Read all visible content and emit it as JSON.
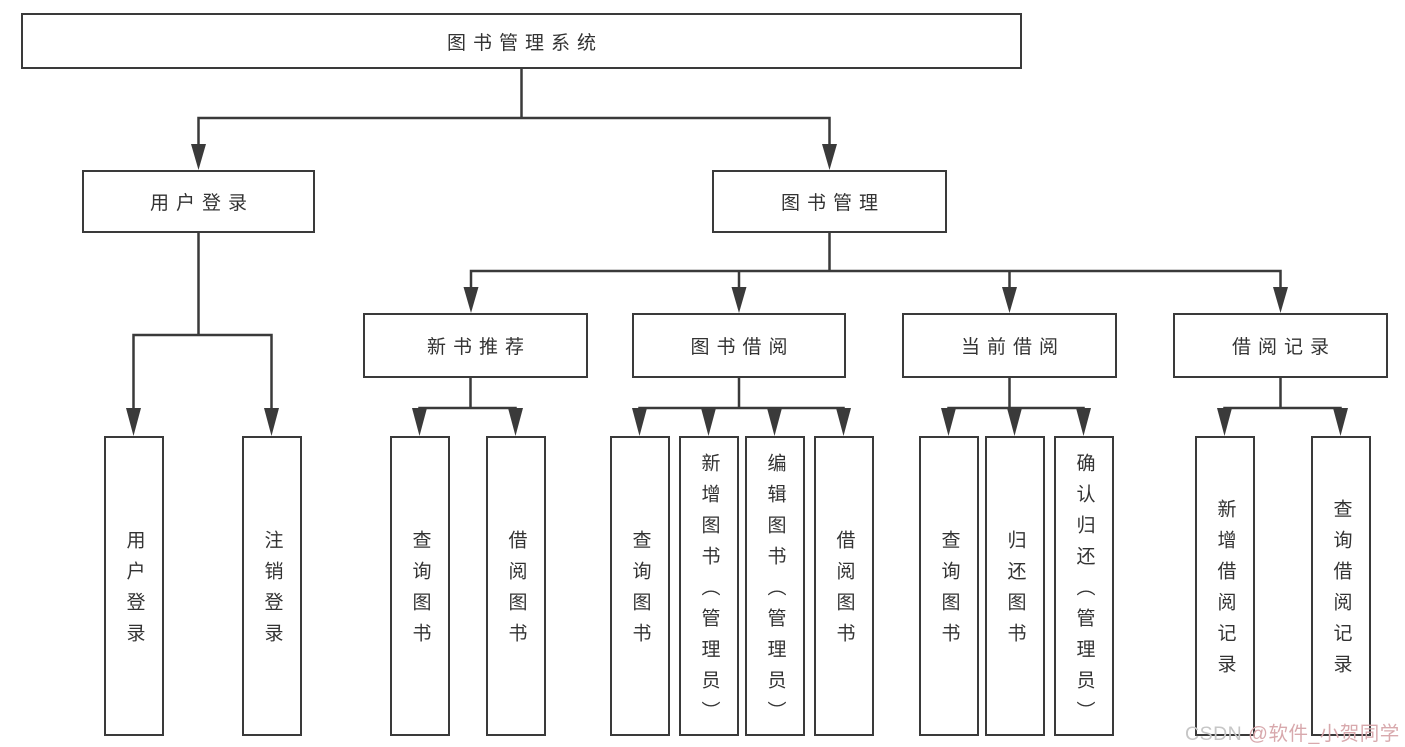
{
  "colors": {
    "line": "#3a3a3a",
    "border": "#3a3a3a",
    "text": "#333333",
    "background": "#ffffff",
    "watermark_brand": "#c6c6c6",
    "watermark_handle": "#d8a9ad"
  },
  "nodes": {
    "root": "图书管理系统",
    "user_login": "用户登录",
    "book_management": "图书管理",
    "new_book_recommend": "新书推荐",
    "book_borrow": "图书借阅",
    "current_borrow": "当前借阅",
    "borrow_record": "借阅记录",
    "login": "用户登录",
    "logout": "注销登录",
    "nbr_query_book": "查询图书",
    "nbr_borrow_book": "借阅图书",
    "bb_query_book": "查询图书",
    "bb_add_book": "新增图书（管理员）",
    "bb_edit_book": "编辑图书（管理员）",
    "bb_borrow_book": "借阅图书",
    "cb_query_book": "查询图书",
    "cb_return_book": "归还图书",
    "cb_confirm_return": "确认归还（管理员）",
    "br_add_record": "新增借阅记录",
    "br_query_record": "查询借阅记录"
  },
  "watermark": {
    "brand": "CSDN ",
    "handle": "@软件_小贺同学"
  }
}
